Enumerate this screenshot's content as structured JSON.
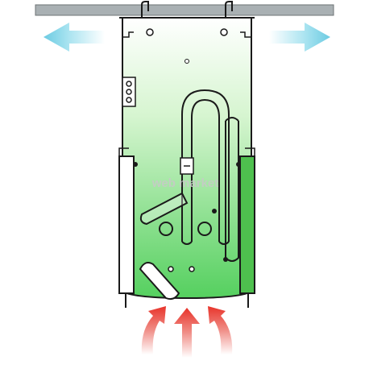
{
  "watermark": "web market",
  "colors": {
    "ceiling": "#a9b0b3",
    "unit_fill_top": "#ffffff",
    "unit_fill_mid": "#d6f5d0",
    "unit_fill_bottom": "#55d05f",
    "outline": "#1a1a1a",
    "air_out_arrow": "#7fd3e6",
    "air_in_arrow": "#e8332a",
    "panel_left": "#ffffff",
    "panel_right": "#4ec04e"
  },
  "arrows": {
    "outflow": [
      "left",
      "right"
    ],
    "inflow_count": 3
  }
}
